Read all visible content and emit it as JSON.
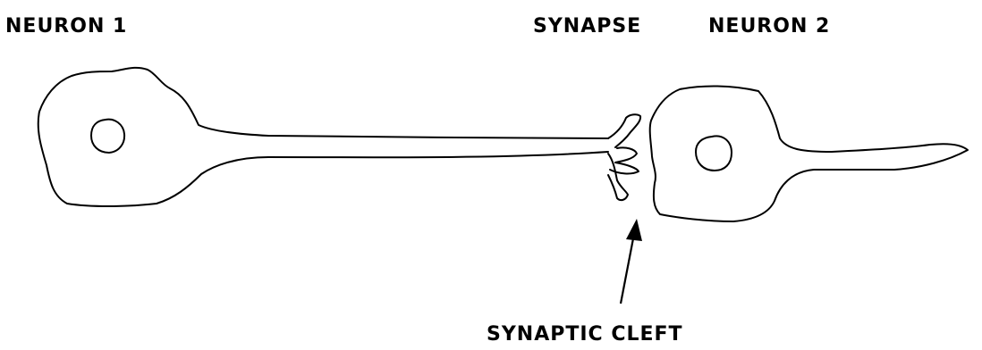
{
  "labels": {
    "neuron1": "NEURON 1",
    "synapse": "SYNAPSE",
    "neuron2": "NEURON 2",
    "synaptic_cleft": "SYNAPTIC CLEFT"
  }
}
